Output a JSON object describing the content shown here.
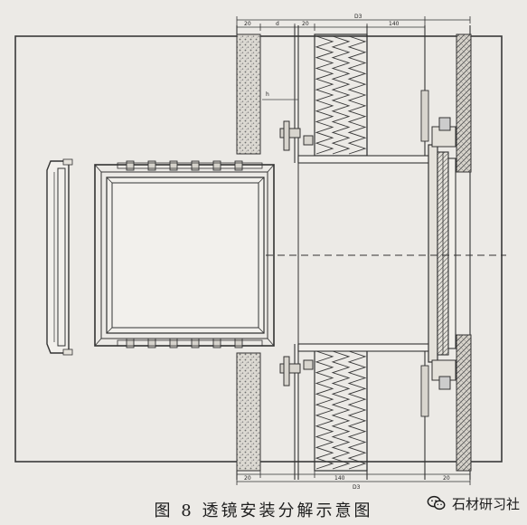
{
  "caption": "图 8  透镜安装分解示意图",
  "watermark": {
    "text": "石材研习社",
    "icon": "wechat-logo-icon"
  },
  "dimensions": {
    "top": [
      "20",
      "d",
      "20",
      "D3",
      "140"
    ],
    "bottom": [
      "20",
      "140",
      "20",
      "D3"
    ],
    "side_label": "h"
  },
  "colors": {
    "ink": "#2a2a2a",
    "paper": "#eceae6",
    "hatch": "#6a6a6a",
    "insulation": "#3a3a3a"
  }
}
